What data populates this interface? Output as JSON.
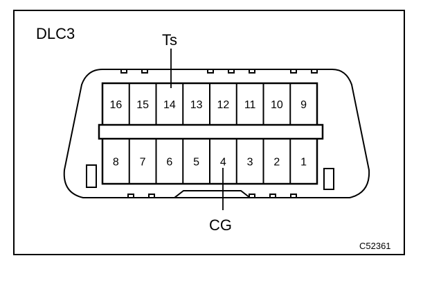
{
  "diagram": {
    "title": "DLC3",
    "code": "C52361",
    "ts_label": "Ts",
    "cg_label": "CG",
    "top_row": [
      "16",
      "15",
      "14",
      "13",
      "12",
      "11",
      "10",
      "9"
    ],
    "bottom_row": [
      "8",
      "7",
      "6",
      "5",
      "4",
      "3",
      "2",
      "1"
    ]
  }
}
